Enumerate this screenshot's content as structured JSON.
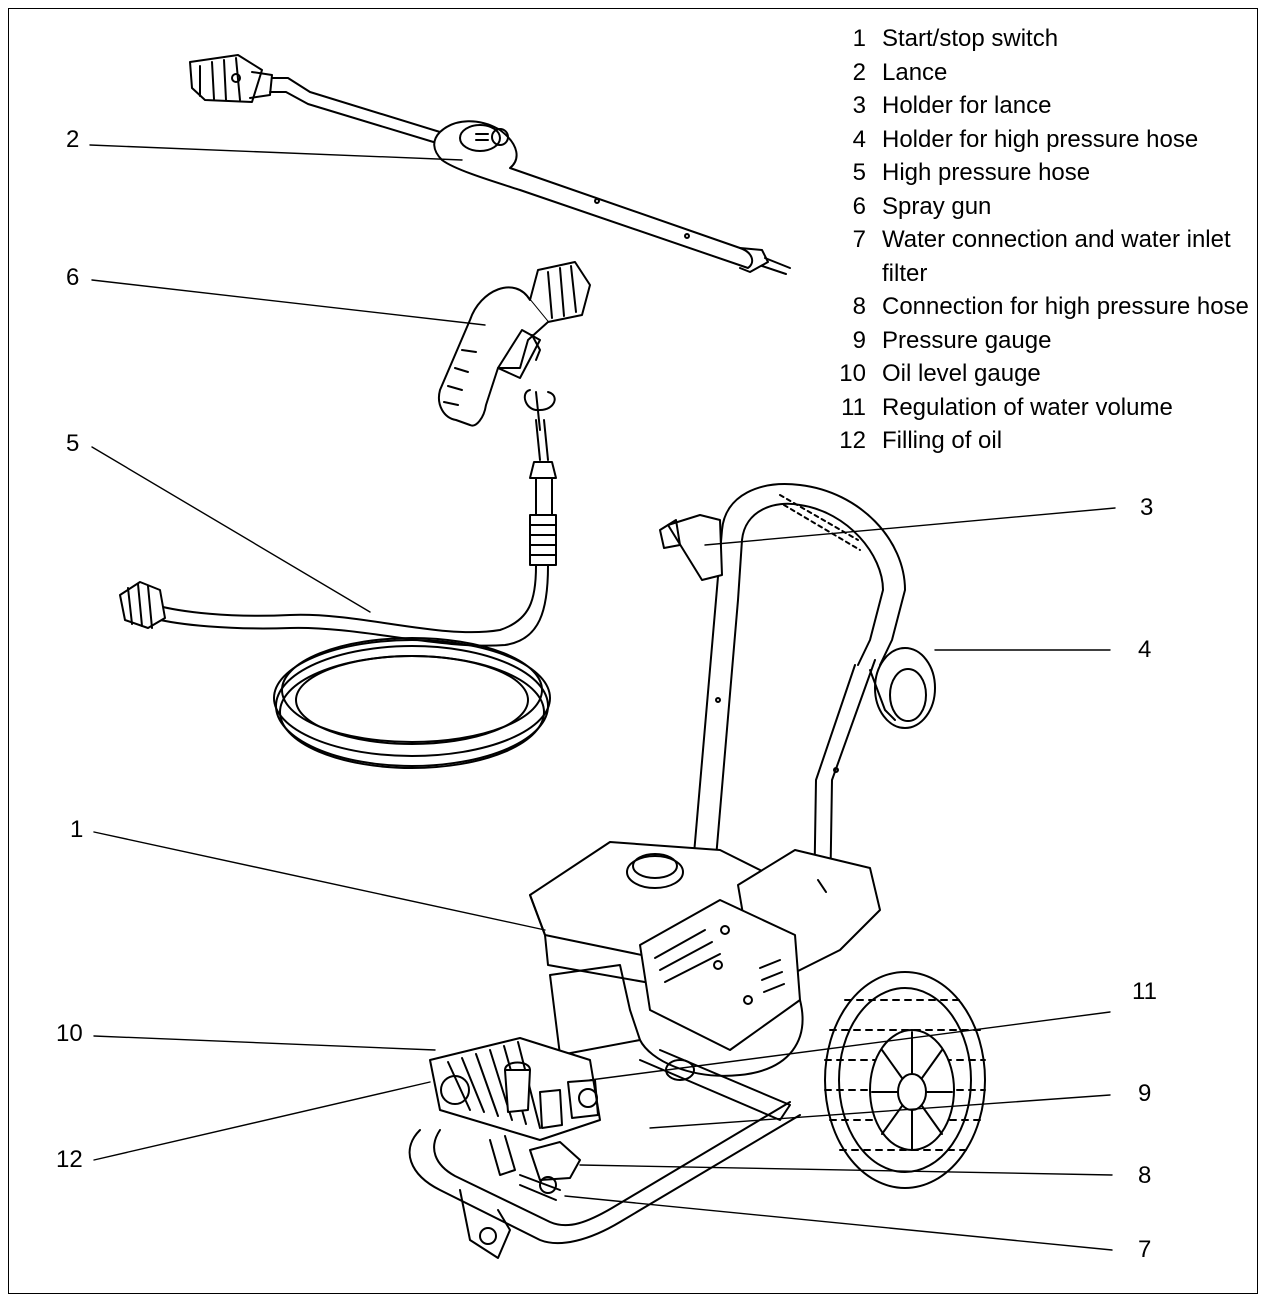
{
  "legend": [
    {
      "num": "1",
      "text": "Start/stop switch"
    },
    {
      "num": "2",
      "text": "Lance"
    },
    {
      "num": "3",
      "text": "Holder for lance"
    },
    {
      "num": "4",
      "text": "Holder for high pressure hose"
    },
    {
      "num": "5",
      "text": "High pressure hose"
    },
    {
      "num": "6",
      "text": "Spray gun"
    },
    {
      "num": "7",
      "text": "Water connection and water inlet filter"
    },
    {
      "num": "8",
      "text": "Connection for high pressure hose"
    },
    {
      "num": "9",
      "text": "Pressure gauge"
    },
    {
      "num": "10",
      "text": "Oil level gauge"
    },
    {
      "num": "11",
      "text": "Regulation of water volume"
    },
    {
      "num": "12",
      "text": "Filling of oil"
    }
  ],
  "callouts": {
    "c1": "1",
    "c2": "2",
    "c3": "3",
    "c4": "4",
    "c5": "5",
    "c6": "6",
    "c7": "7",
    "c8": "8",
    "c9": "9",
    "c10": "10",
    "c11": "11",
    "c12": "12"
  },
  "colors": {
    "line": "#000000",
    "background": "#ffffff"
  }
}
